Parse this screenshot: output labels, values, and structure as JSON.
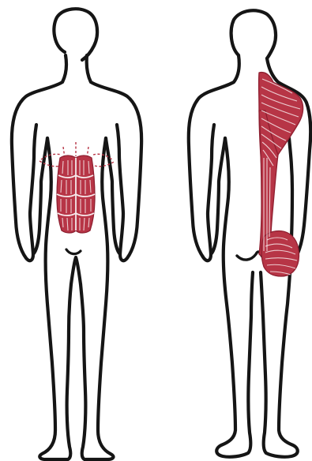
{
  "colors": {
    "outline": "#151515",
    "muscle_fill": "#b73546",
    "muscle_stroke": "#8e1f30",
    "background": "#ffffff"
  },
  "figures": [
    {
      "view": "front",
      "highlighted_muscle_group": "rectus-abdominis"
    },
    {
      "view": "back",
      "highlighted_muscle_group": "erector-spinae-trapezius-gluteus-left-side"
    }
  ]
}
